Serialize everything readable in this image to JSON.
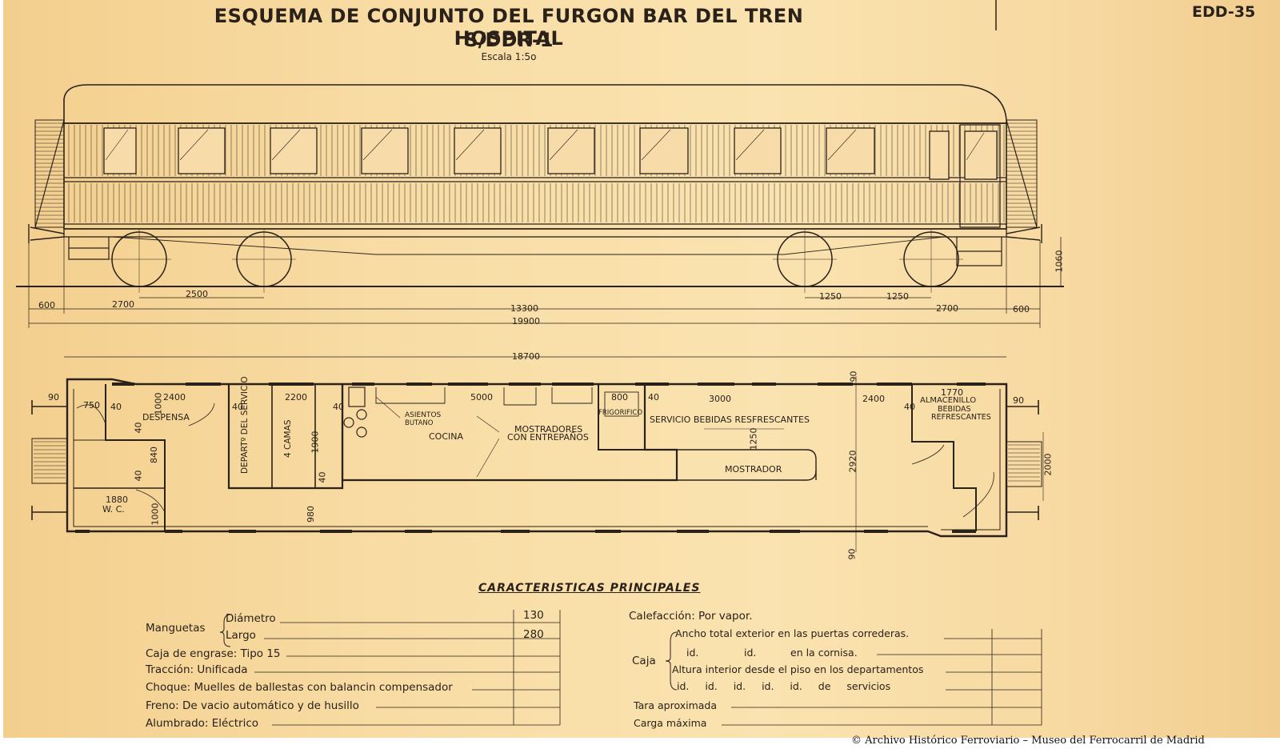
{
  "header": {
    "title": "ESQUEMA DE CONJUNTO DEL FURGON BAR DEL TREN HOSPITAL",
    "subtitle": "S/DDR-1",
    "scale": "Escala 1:5o",
    "code": "EDD-35"
  },
  "elevation_dimensions": {
    "d600_left": "600",
    "d2700_left": "2700",
    "d2500": "2500",
    "d1250_a": "1250",
    "d1250_b": "1250",
    "d13300": "13300",
    "d2700_right": "2700",
    "d600_right": "600",
    "d19900": "19900",
    "d1060": "1060"
  },
  "plan": {
    "d18700": "18700",
    "d90_tl": "90",
    "d750": "750",
    "d40_a": "40",
    "d1000": "1000",
    "d2400_a": "2400",
    "d40_b": "40",
    "d2200": "2200",
    "d40_c": "40",
    "d5000": "5000",
    "d800": "800",
    "d40_d": "40",
    "d3000": "3000",
    "d90_top": "90",
    "d2400_b": "2400",
    "d40_e": "40",
    "d1770": "1770",
    "d90_tr": "90",
    "d40_f": "40",
    "d840": "840",
    "d40_g": "40",
    "d1900_v": "1900",
    "d40_h": "40",
    "d1250_v": "1250",
    "d2920": "2920",
    "d2000": "2000",
    "d1880": "1880",
    "d1000_b": "1000",
    "d980": "980",
    "d90_bottom": "90",
    "despensa": "DESPENSA",
    "departamento": "DEPARTº DEL SERVICIO",
    "camas": "4 CAMAS",
    "asientos": "ASIENTOS",
    "butano": "BUTANO",
    "cocina": "COCINA",
    "mostradores": "MOSTRADORES",
    "entrepanos": "CON ENTREPAÑOS",
    "frigorifico": "FRIGORIFICO",
    "servicio_bebidas": "SERVICIO BEBIDAS RESFRESCANTES",
    "mostrador": "MOSTRADOR",
    "almacenillo": "ALMACENILLO",
    "bebidas": "BEBIDAS",
    "refrescantes": "REFRESCANTES",
    "wc": "W. C."
  },
  "specs": {
    "heading": "CARACTERISTICAS PRINCIPALES",
    "manguetas": "Manguetas",
    "diametro": "Diámetro",
    "diametro_val": "130",
    "largo": "Largo",
    "largo_val": "280",
    "caja_engrase": "Caja de engrase: Tipo 15",
    "traccion": "Tracción: Unificada",
    "choque": "Choque: Muelles de ballestas con balancin compensador",
    "freno": "Freno: De vacio automático y de husillo",
    "alumbrado": "Alumbrado: Eléctrico",
    "calefaccion": "Calefacción: Por vapor.",
    "caja": "Caja",
    "caja_1": "Ancho total exterior en las puertas correderas.",
    "caja_2a": "id.",
    "caja_2b": "id.",
    "caja_2c": "en la cornisa.",
    "caja_3": "Altura interior desde el piso en los departamentos",
    "caja_4": "id. id. id. id. id. de servicios",
    "tara": "Tara aproximada",
    "carga": "Carga máxima"
  },
  "footer": {
    "copyright": "© Archivo Histórico Ferroviario – Museo del Ferrocarril de Madrid"
  }
}
